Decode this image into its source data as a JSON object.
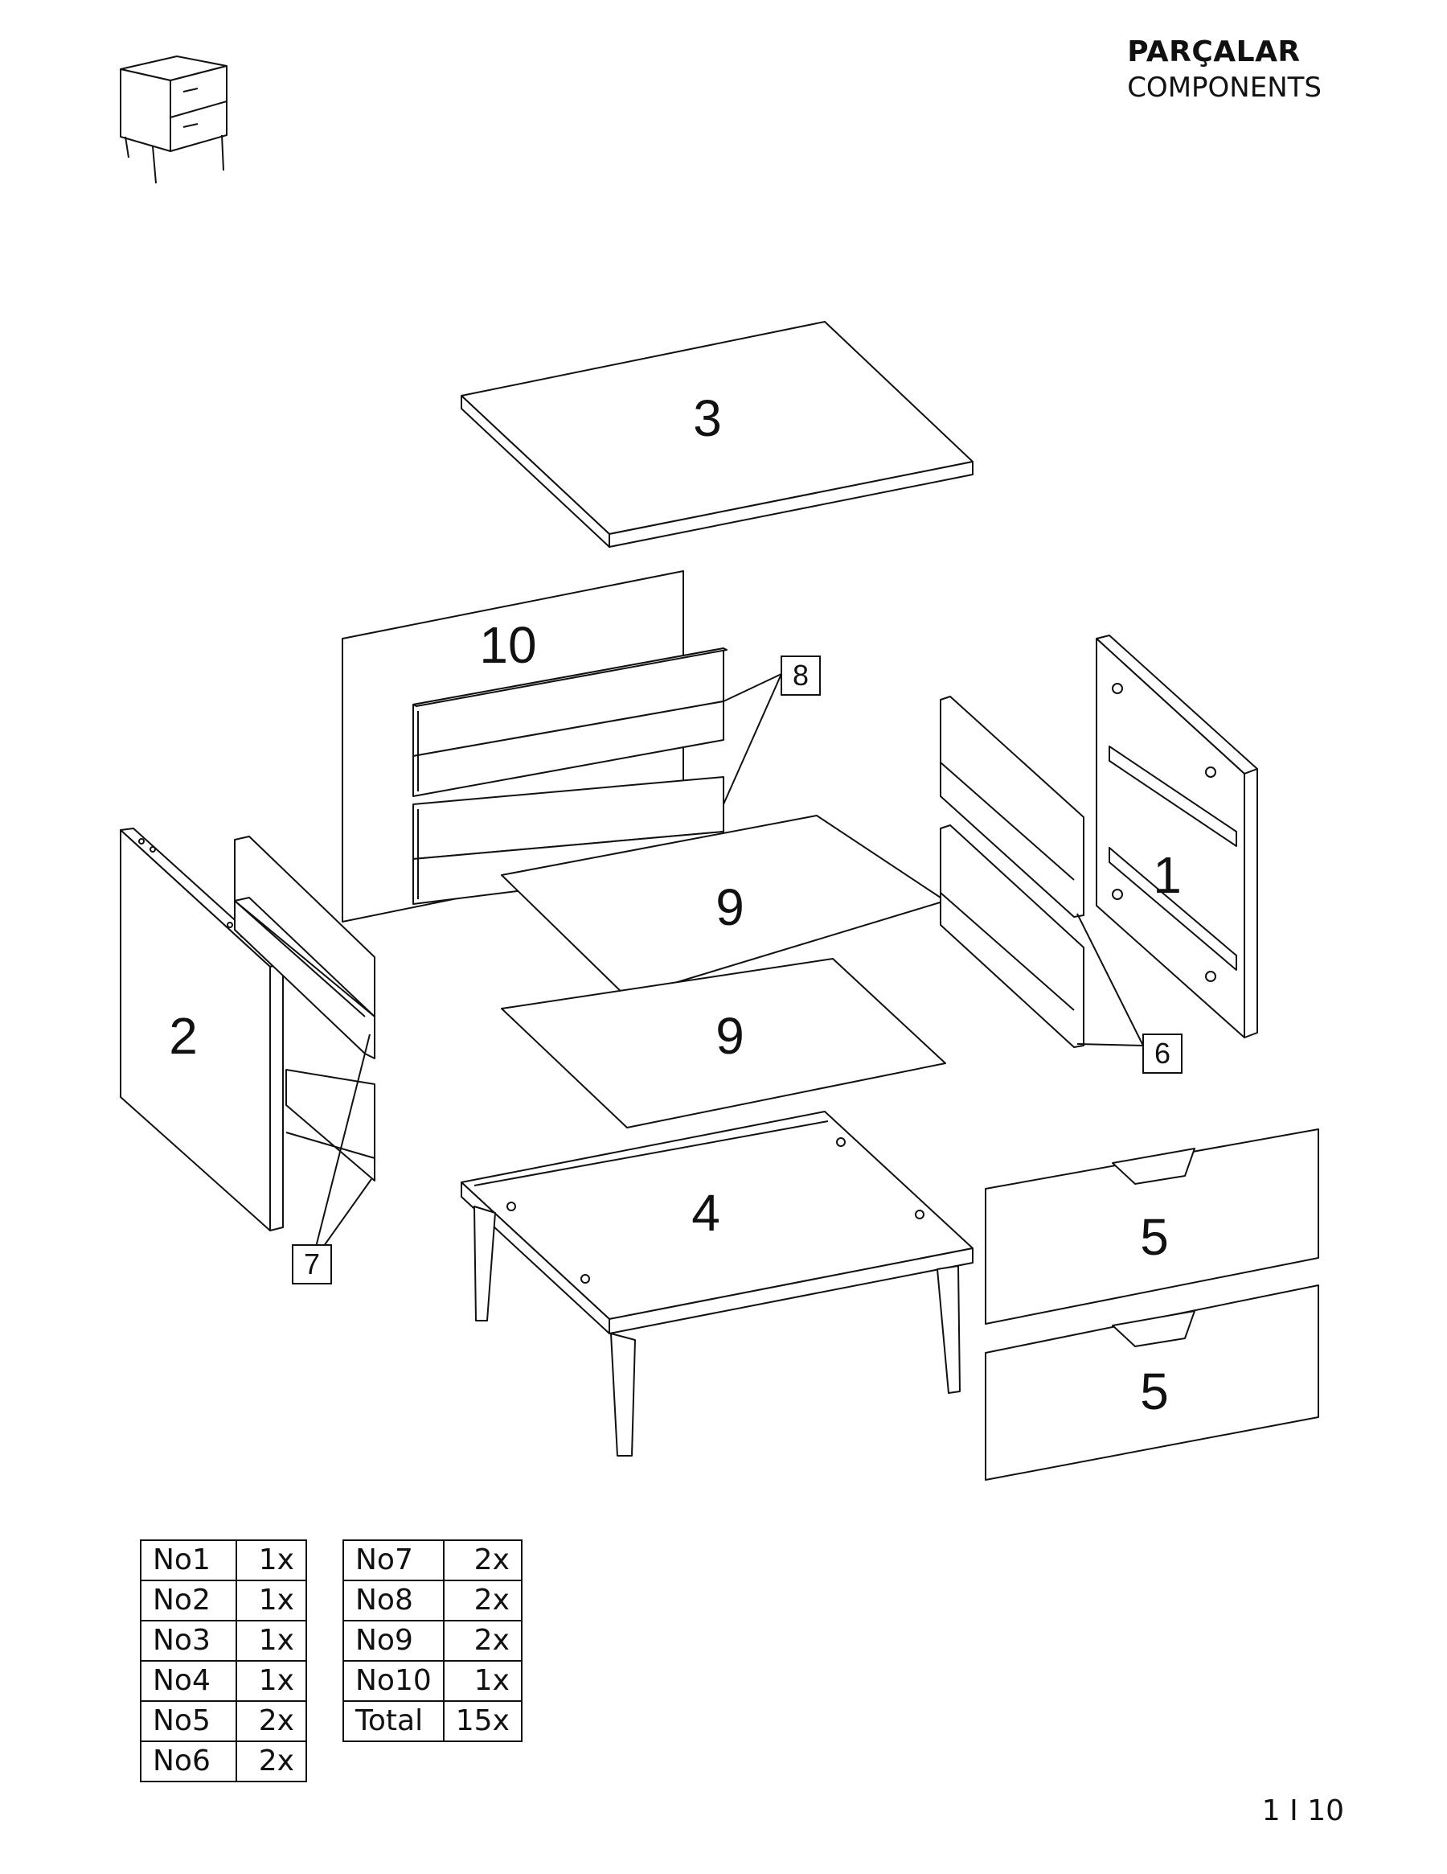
{
  "header": {
    "title": "PARÇALAR",
    "subtitle": "COMPONENTS"
  },
  "parts_labels": {
    "p1": "1",
    "p2": "2",
    "p3": "3",
    "p4": "4",
    "p5a": "5",
    "p5b": "5",
    "p6": "6",
    "p7": "7",
    "p8": "8",
    "p9a": "9",
    "p9b": "9",
    "p10": "10"
  },
  "parts_table_left": [
    {
      "no": "No1",
      "qty": "1x"
    },
    {
      "no": "No2",
      "qty": "1x"
    },
    {
      "no": "No3",
      "qty": "1x"
    },
    {
      "no": "No4",
      "qty": "1x"
    },
    {
      "no": "No5",
      "qty": "2x"
    },
    {
      "no": "No6",
      "qty": "2x"
    }
  ],
  "parts_table_right": [
    {
      "no": "No7",
      "qty": "2x"
    },
    {
      "no": "No8",
      "qty": "2x"
    },
    {
      "no": "No9",
      "qty": "2x"
    },
    {
      "no": "No10",
      "qty": "1x"
    },
    {
      "no": "Total",
      "qty": "15x"
    }
  ],
  "footer": {
    "page_number": "1 I 10"
  }
}
